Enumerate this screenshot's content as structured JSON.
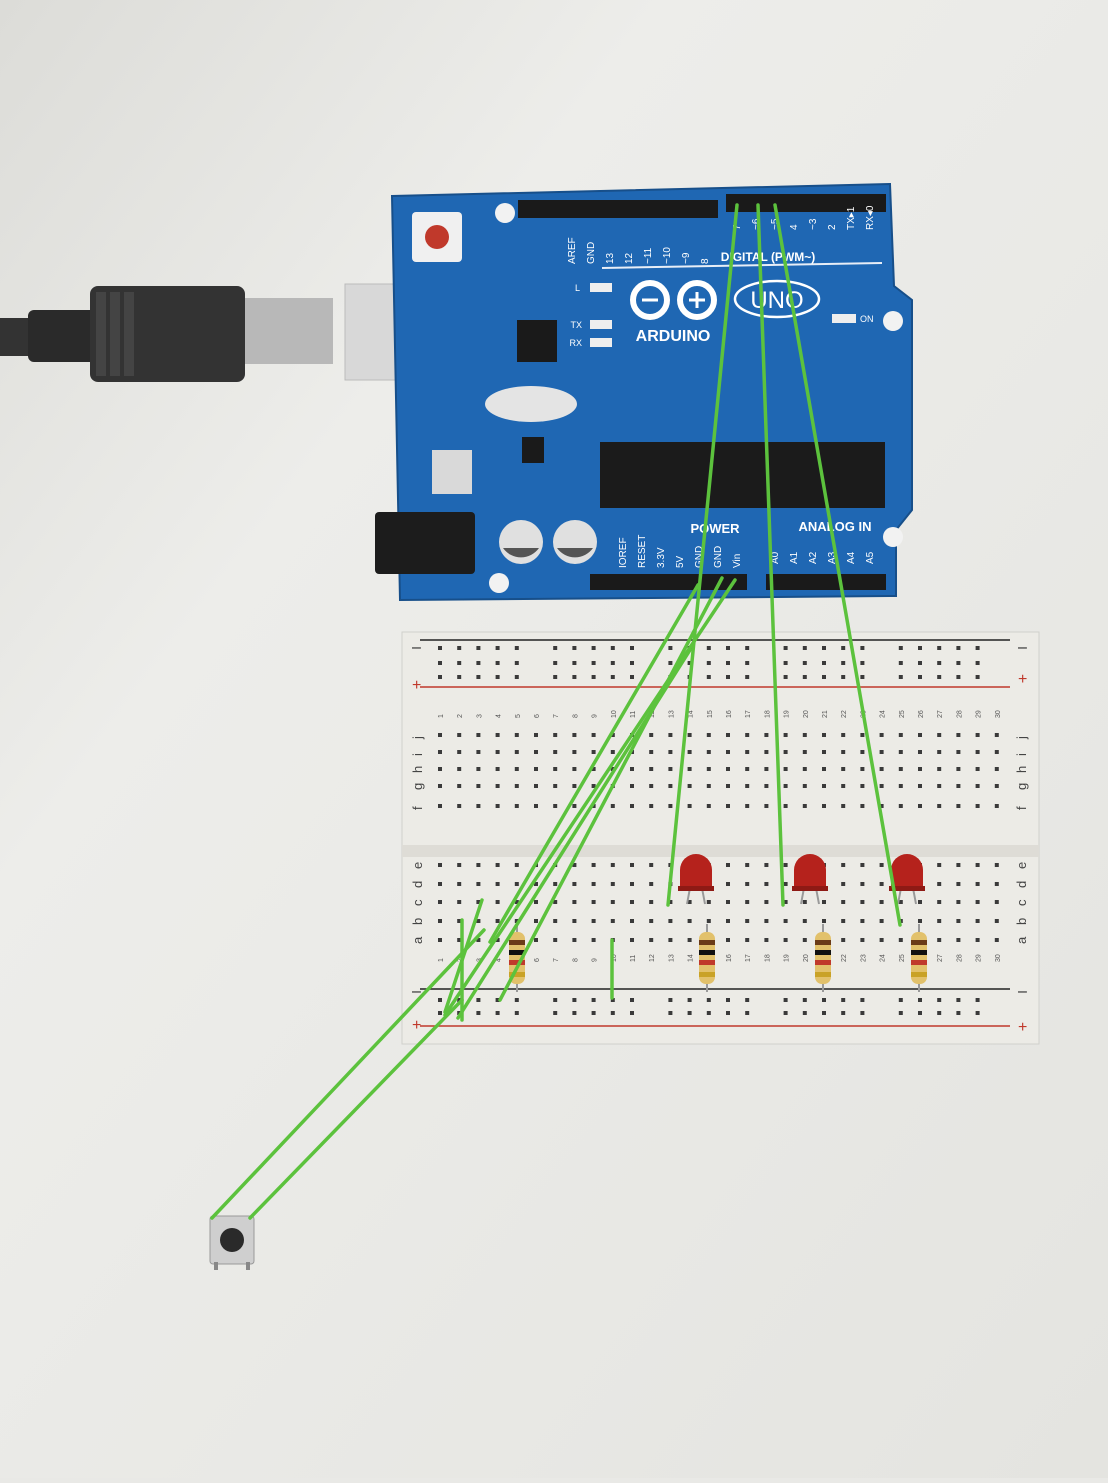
{
  "colors": {
    "board": "#1f67b3",
    "wire": "#5cc23d",
    "led": "#b5221c",
    "breadboard": "#ecebe6",
    "rail_minus": "#222222",
    "rail_plus": "#c0392b"
  },
  "board": {
    "header_digital_high": [
      "AREF",
      "GND",
      "13",
      "12",
      "~11",
      "~10",
      "~9",
      "8"
    ],
    "header_digital_low": [
      "7",
      "~6",
      "~5",
      "4",
      "~3",
      "2",
      "TX▸1",
      "RX◂0"
    ],
    "digital_label": "DIGITAL (PWM~)",
    "brand": "ARDUINO",
    "model": "UNO",
    "on_label": "ON",
    "led_l": "L",
    "led_tx": "TX",
    "led_rx": "RX",
    "power_label": "POWER",
    "analog_label": "ANALOG IN",
    "power_pins": [
      "IOREF",
      "RESET",
      "3.3V",
      "5V",
      "GND",
      "GND",
      "Vin"
    ],
    "analog_pins": [
      "A0",
      "A1",
      "A2",
      "A3",
      "A4",
      "A5"
    ]
  },
  "breadboard": {
    "rail_minus": "–",
    "rail_plus": "+",
    "row_letters_top": [
      "j",
      "i",
      "h",
      "g",
      "f"
    ],
    "row_letters_bottom": [
      "e",
      "d",
      "c",
      "b",
      "a"
    ],
    "columns": [
      "1",
      "2",
      "3",
      "4",
      "5",
      "6",
      "7",
      "8",
      "9",
      "10",
      "11",
      "12",
      "13",
      "14",
      "15",
      "16",
      "17",
      "18",
      "19",
      "20",
      "21",
      "22",
      "23",
      "24",
      "25",
      "26",
      "27",
      "28",
      "29",
      "30"
    ]
  },
  "components": {
    "icons": [
      "usb-cable-icon",
      "reset-button-icon",
      "led-icon",
      "resistor-icon",
      "pushbutton-icon"
    ]
  }
}
